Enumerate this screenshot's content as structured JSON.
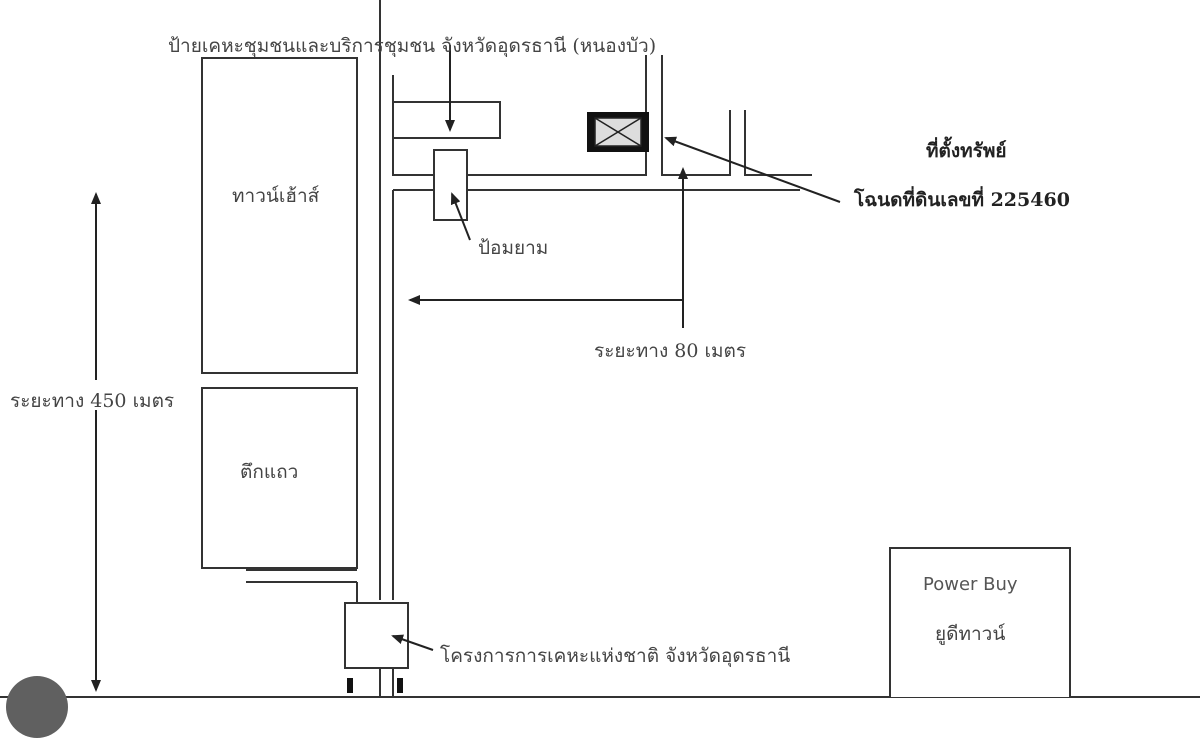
{
  "labels": {
    "community_health_sign": "ป้ายเคหะชุมชนและบริการชุมชน จังหวัดอุดรธานี (หนองบัว)",
    "townhouse": "ทาวน์เฮ้าส์",
    "police_box": "ป้อมยาม",
    "property_location": "ที่ตั้งทรัพย์",
    "title_deed": "โฉนดที่ดินเลขที่ 225460",
    "distance_80": "ระยะทาง 80 เมตร",
    "distance_450": "ระยะทาง 450 เมตร",
    "row_house": "ตึกแถว",
    "national_housing_project": "โครงการการเคหะแห่งชาติ จังหวัดอุดรธานี",
    "power_buy": "Power Buy",
    "ud_town": "ยูดีทาวน์"
  },
  "icons": {
    "property_marker": "property-box-x-icon"
  },
  "colors": {
    "line": "#333333",
    "avatar": "#606060"
  }
}
